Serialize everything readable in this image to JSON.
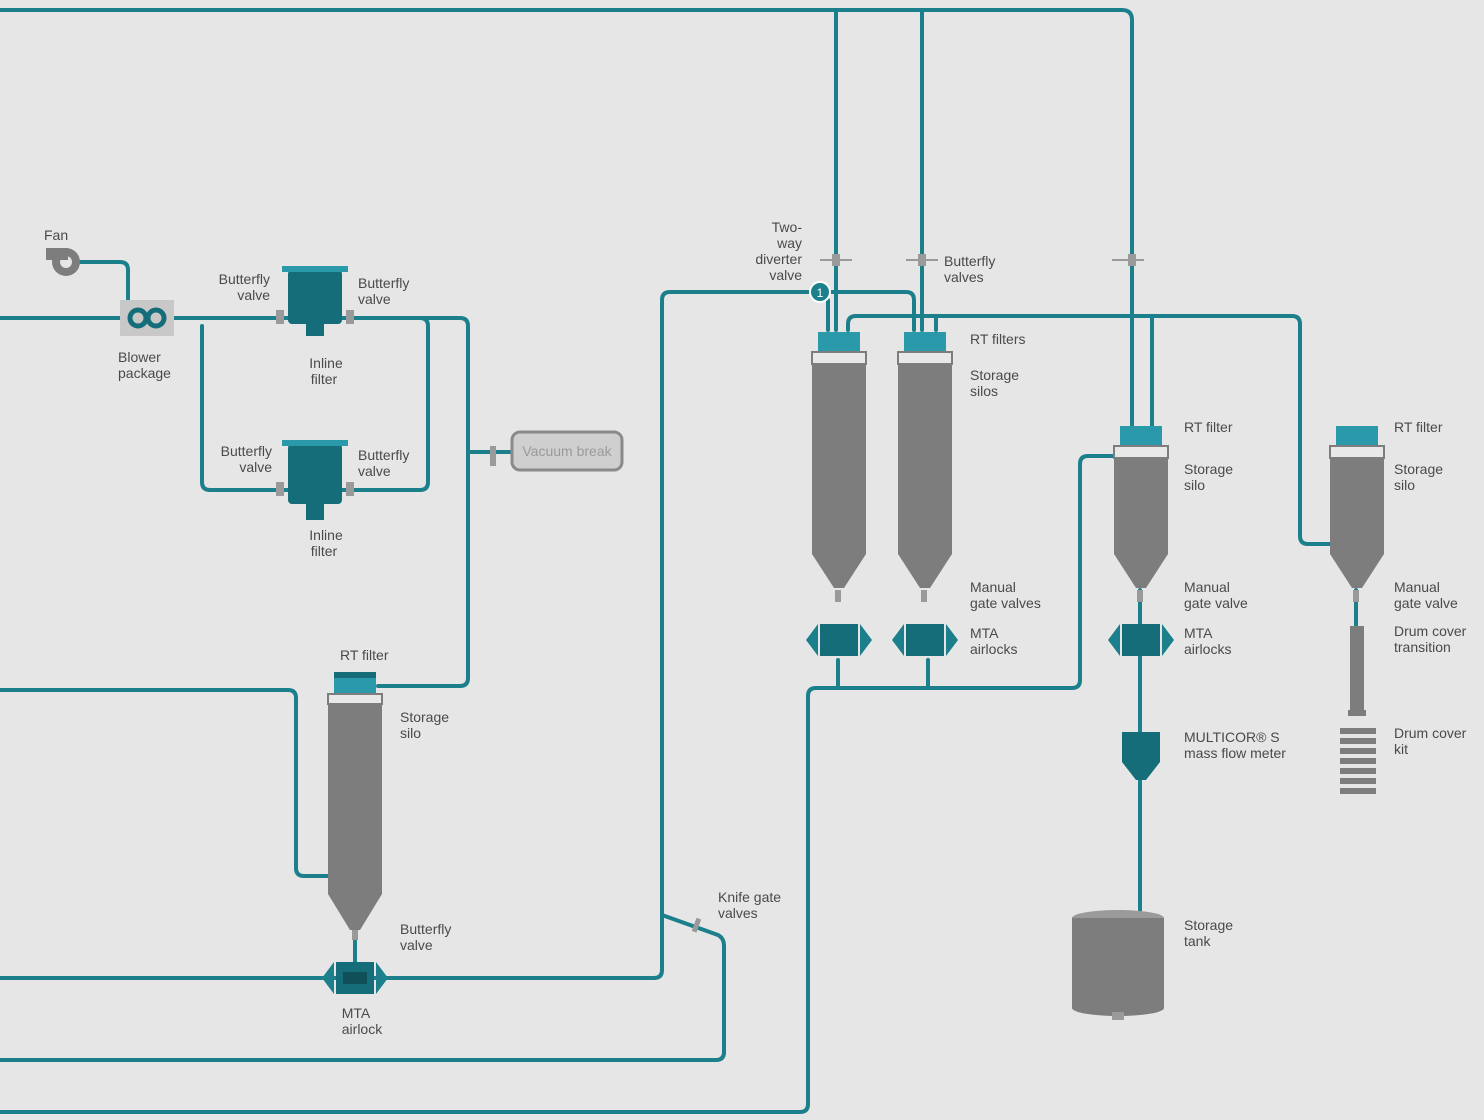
{
  "labels": {
    "fan": "Fan",
    "blower": [
      "Blower",
      "package"
    ],
    "butterfly_valve": [
      "Butterfly",
      "valve"
    ],
    "inline_filter": [
      "Inline",
      "filter"
    ],
    "vacuum_break": "Vacuum break",
    "rt_filter": "RT filter",
    "storage_silo": [
      "Storage",
      "silo"
    ],
    "mta_airlock": [
      "MTA",
      "airlock"
    ],
    "knife_gate_valves": [
      "Knife gate",
      "valves"
    ],
    "two_way_diverter": [
      "Two-",
      "way",
      "diverter",
      "valve"
    ],
    "butterfly_valves": [
      "Butterfly",
      "valves"
    ],
    "rt_filters": "RT filters",
    "storage_silos": [
      "Storage",
      "silos"
    ],
    "manual_gate_valves": [
      "Manual",
      "gate valves"
    ],
    "mta_airlocks": [
      "MTA",
      "airlocks"
    ],
    "manual_gate_valve": [
      "Manual",
      "gate valve"
    ],
    "multicor": [
      "MULTICOR® S",
      "mass flow meter"
    ],
    "storage_tank": [
      "Storage",
      "tank"
    ],
    "drum_cover_transition": [
      "Drum cover",
      "transition"
    ],
    "drum_cover_kit": [
      "Drum cover",
      "kit"
    ],
    "diverter_marker": "1"
  },
  "colors": {
    "pipe": "#1b7f8c",
    "equipment_gray": "#7d7d7d",
    "filter_teal": "#2a9aaa",
    "airlock_dark": "#146d79",
    "background": "#e6e6e6"
  },
  "icons": [
    "fan-icon",
    "blower-icon",
    "inline-filter-icon",
    "rt-filter-icon",
    "silo-icon",
    "airlock-icon",
    "butterfly-valve-icon",
    "gate-valve-icon",
    "flow-meter-icon",
    "storage-tank-icon",
    "drum-cover-icon"
  ]
}
